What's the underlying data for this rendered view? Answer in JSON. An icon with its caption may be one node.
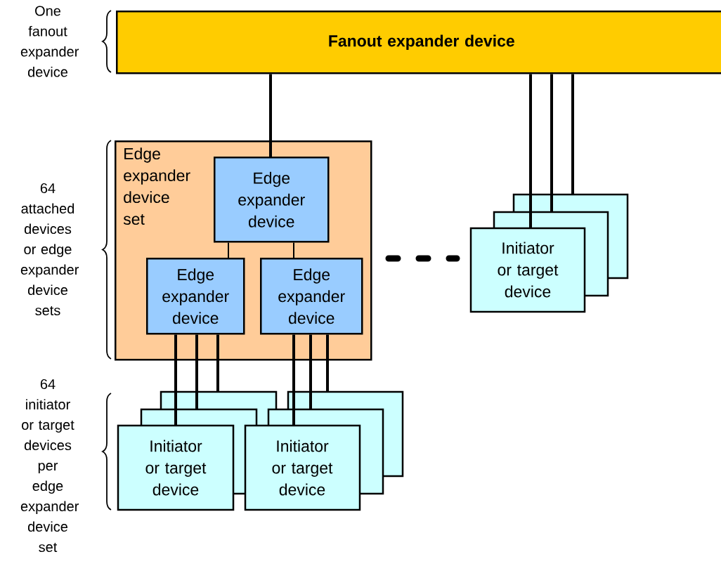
{
  "diagram": {
    "nodes": [
      {
        "text": [
          "**Fanout expander device**"
        ]
      },
      {
        "text": [
          "Edge expander device set"
        ]
      },
      {
        "text": [
          "Edge expander device"
        ],
        "in": 1
      },
      {
        "text": [
          "Edge expander device"
        ],
        "in": 1
      },
      {
        "text": [
          "Edge expander device"
        ],
        "in": 1
      },
      {
        "text": [
          "Initiator or target device"
        ]
      },
      {
        "text": [
          "Initiator or target device"
        ]
      },
      {
        "text": [
          "Initiator or target device"
        ]
      }
    ],
    "edges": [
      {
        "from": 0,
        "to": 2,
        "arrow": "none"
      },
      {
        "from": 0,
        "to": 5,
        "arrow": "none"
      },
      {
        "from": 0,
        "to": 5,
        "arrow": "none"
      },
      {
        "from": 0,
        "to": 5,
        "arrow": "none"
      },
      {
        "from": 2,
        "to": 3,
        "arrow": "none"
      },
      {
        "from": 2,
        "to": 4,
        "arrow": "none"
      },
      {
        "from": 3,
        "to": 6,
        "arrow": "none"
      },
      {
        "from": 3,
        "to": 6,
        "arrow": "none"
      },
      {
        "from": 3,
        "to": 6,
        "arrow": "none"
      },
      {
        "from": 4,
        "to": 7,
        "arrow": "none"
      },
      {
        "from": 4,
        "to": 7,
        "arrow": "none"
      },
      {
        "from": 4,
        "to": 7,
        "arrow": "none"
      }
    ],
    "labels": [
      "One fanout expander device",
      "64 attached devices or edge expander device sets",
      "64 initiator or target devices per edge expander device set"
    ]
  }
}
